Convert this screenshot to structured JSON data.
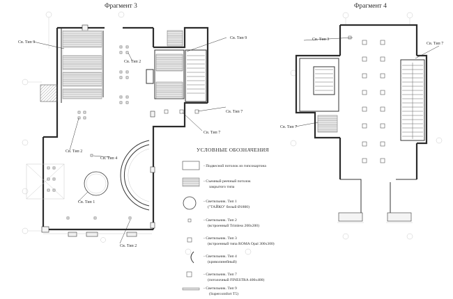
{
  "fragments": {
    "f3_title": "Фрагмент 3",
    "f4_title": "Фрагмент 4"
  },
  "callouts": {
    "f3_tip9_left": "Св. Тип 9",
    "f3_tip9_right": "Св. Тип 9",
    "f3_tip2_top": "Св. Тип 2",
    "f3_tip7_a": "Св. Тип 7",
    "f3_tip7_b": "Св. Тип 7",
    "f3_tip2_mid": "Св. Тип 2",
    "f3_tip4": "Св. Тип 4",
    "f3_tip1": "Св. Тип 1",
    "f3_tip2_bottom": "Св. Тип 2",
    "f4_tip3": "Св. Тип 3",
    "f4_tip7_top": "Св. Тип 7",
    "f4_tip7_left": "Св. Тип 7"
  },
  "legend": {
    "heading": "УСЛОВНЫЕ ОБОЗНАЧЕНИЯ",
    "items": [
      {
        "symbol": "ceiling-plain",
        "lines": [
          "- Подвесной потолок из гипсокартона"
        ]
      },
      {
        "symbol": "ceiling-rack",
        "lines": [
          "- Съемный реечный потолок",
          "закрытого типа"
        ]
      },
      {
        "symbol": "lamp-type1",
        "lines": [
          "- Светильник. Тип 1",
          "(\"ТАЙКО\" белый Ø1800)"
        ]
      },
      {
        "symbol": "lamp-type2",
        "lines": [
          "- Светильник. Тип 2",
          "(встроенный Trimless 200x200)"
        ]
      },
      {
        "symbol": "lamp-type3",
        "lines": [
          "- Светильник. Тип 3",
          "(встроенный типа ROMA Opal 300x300)"
        ]
      },
      {
        "symbol": "lamp-type4",
        "lines": [
          "- Светильник. Тип 4",
          "(криволинейный)"
        ]
      },
      {
        "symbol": "lamp-type7",
        "lines": [
          "- Светильник. Тип 7",
          "(потолочный FINESTRA 400x400)"
        ]
      },
      {
        "symbol": "lamp-type9",
        "lines": [
          "- Светильник. Тип 9",
          "(Supercomfort T5)"
        ]
      }
    ]
  }
}
